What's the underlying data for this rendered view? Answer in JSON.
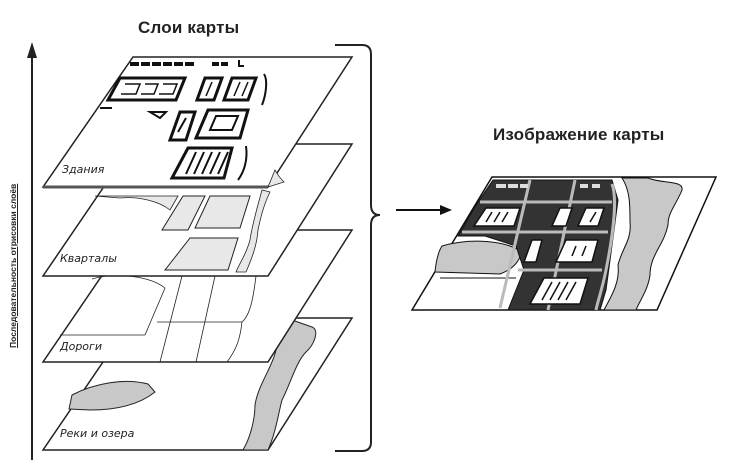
{
  "diagram": {
    "title_layers": "Слои карты",
    "title_result": "Изображение карты",
    "axis_label": "Последовательность отрисовки слоёв",
    "layers": [
      {
        "id": "buildings",
        "label": "Здания"
      },
      {
        "id": "blocks",
        "label": "Кварталы"
      },
      {
        "id": "roads",
        "label": "Дороги"
      },
      {
        "id": "water",
        "label": "Реки и озера"
      }
    ],
    "colors": {
      "stroke": "#111111",
      "fill_light": "#e8e8e8",
      "fill_water": "#c8c8c8",
      "background": "#ffffff"
    }
  }
}
